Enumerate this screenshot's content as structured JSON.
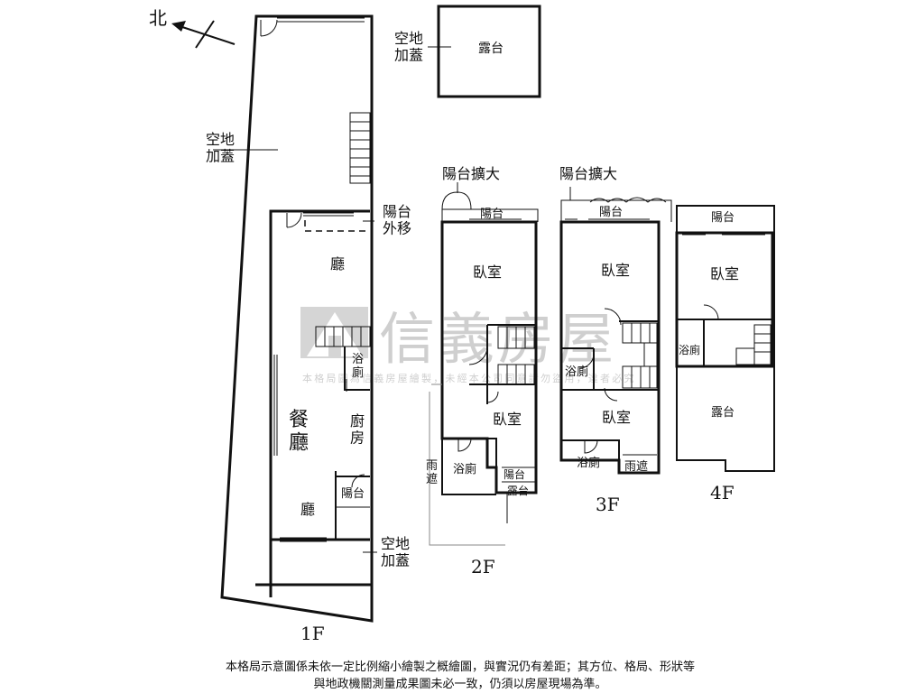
{
  "north_label": "北",
  "watermark": {
    "brand": "信義房屋",
    "notice": "本格局圖為信義房屋繪製，未經本公司同意請勿盜用，違者必究"
  },
  "floors": {
    "f1": {
      "name": "1F",
      "rooms": {
        "open_top": "空地\n加蓋",
        "balcony_moved": "陽台\n外移",
        "living": "廳",
        "bath": "浴\n廁",
        "dining": "餐\n廳",
        "kitchen": "廚\n房",
        "balcony": "陽台",
        "hall": "廳",
        "open_bottom": "空地\n加蓋"
      }
    },
    "roof": {
      "rooms": {
        "open": "空地\n加蓋",
        "terrace": "露台"
      }
    },
    "f2": {
      "name": "2F",
      "rooms": {
        "balcony_ext": "陽台擴大",
        "balcony": "陽台",
        "bedroom1": "臥室",
        "bedroom2": "臥室",
        "awning": "雨\n遮",
        "bath": "浴廁",
        "balcony_small": "陽台",
        "terrace": "露台"
      }
    },
    "f3": {
      "name": "3F",
      "rooms": {
        "balcony_ext": "陽台擴大",
        "balcony": "陽台",
        "bedroom1": "臥室",
        "bath_mid": "浴廁",
        "bedroom2": "臥室",
        "bath": "浴廁",
        "awning": "雨遮"
      }
    },
    "f4": {
      "name": "4F",
      "rooms": {
        "balcony": "陽台",
        "bedroom": "臥室",
        "bath": "浴廁",
        "terrace": "露台"
      }
    }
  },
  "disclaimer": "本格局示意圖係未依一定比例縮小繪製之概繪圖，與實況仍有差距；其方位、格局、形狀等與地政機關測量成果圖未必一致，仍須以房屋現場為準。"
}
